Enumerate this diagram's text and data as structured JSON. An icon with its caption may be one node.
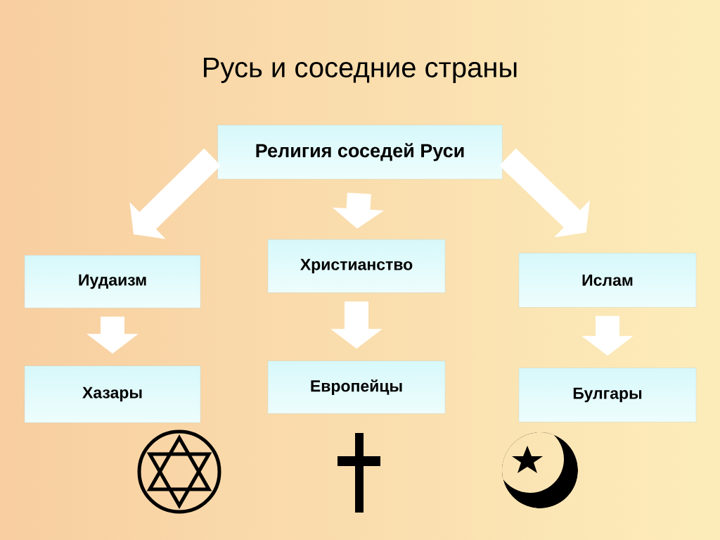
{
  "diagram": {
    "title": "Русь и соседние страны",
    "nodes": [
      {
        "text": [
          "Религия соседей Руси"
        ]
      },
      {
        "text": [
          "Иудаизм"
        ]
      },
      {
        "text": [
          "Христианство"
        ]
      },
      {
        "text": [
          "Ислам"
        ]
      },
      {
        "text": [
          "Хазары"
        ]
      },
      {
        "text": [
          "Европейцы"
        ]
      },
      {
        "text": [
          "Булгары"
        ]
      }
    ],
    "edges": [
      {
        "from": 0,
        "to": 1,
        "arrow": "to"
      },
      {
        "from": 0,
        "to": 2,
        "arrow": "to"
      },
      {
        "from": 0,
        "to": 3,
        "arrow": "to"
      },
      {
        "from": 1,
        "to": 4,
        "arrow": "to"
      },
      {
        "from": 2,
        "to": 5,
        "arrow": "to"
      },
      {
        "from": 3,
        "to": 6,
        "arrow": "to"
      }
    ]
  }
}
